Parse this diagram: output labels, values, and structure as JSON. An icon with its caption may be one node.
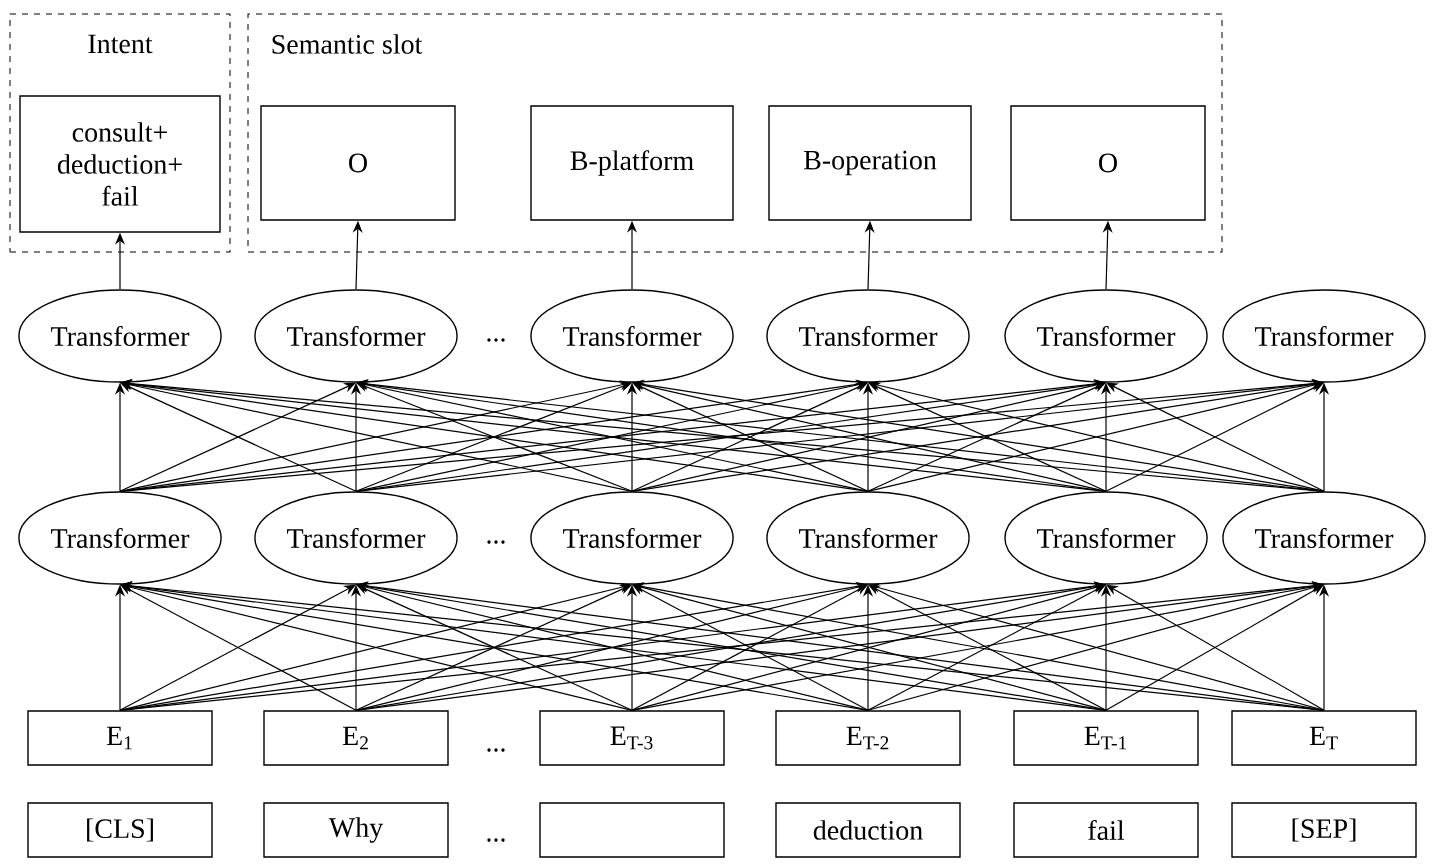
{
  "diagram": {
    "nodes": [
      {
        "text": [
          "Intent"
        ]
      },
      {
        "text": [
          "consult+ deduction+ fail"
        ],
        "in": 0
      },
      {
        "text": [
          "Semantic slot"
        ]
      },
      {
        "text": [
          "O"
        ],
        "in": 2
      },
      {
        "text": [
          "B-platform"
        ],
        "in": 2
      },
      {
        "text": [
          "B-operation"
        ],
        "in": 2
      },
      {
        "text": [
          "O"
        ],
        "in": 2
      },
      {
        "text": [
          "Transformer"
        ]
      },
      {
        "text": [
          "Transformer"
        ]
      },
      {
        "text": [
          "Transformer"
        ]
      },
      {
        "text": [
          "Transformer"
        ]
      },
      {
        "text": [
          "Transformer"
        ]
      },
      {
        "text": [
          "Transformer"
        ]
      },
      {
        "text": [
          "Transformer"
        ]
      },
      {
        "text": [
          "Transformer"
        ]
      },
      {
        "text": [
          "Transformer"
        ]
      },
      {
        "text": [
          "Transformer"
        ]
      },
      {
        "text": [
          "Transformer"
        ]
      },
      {
        "text": [
          "Transformer"
        ]
      },
      {
        "text": [
          "E$_{1}$"
        ]
      },
      {
        "text": [
          "E$_{2}$"
        ]
      },
      {
        "text": [
          "E$_{T-3}$"
        ]
      },
      {
        "text": [
          "E$_{T-2}$"
        ]
      },
      {
        "text": [
          "E$_{T-1}$"
        ]
      },
      {
        "text": [
          "E$_{T}$"
        ]
      },
      {
        "text": [
          "[CLS]"
        ]
      },
      {
        "text": [
          "Why"
        ]
      },
      {
        "text": [],
        "shape": "box"
      },
      {
        "text": [
          "deduction"
        ]
      },
      {
        "text": [
          "fail"
        ]
      },
      {
        "text": [
          "[SEP]"
        ]
      }
    ],
    "edges": [
      {
        "from": 7,
        "to": 1,
        "arrow": "to"
      },
      {
        "from": 8,
        "to": 3,
        "arrow": "to"
      },
      {
        "from": 9,
        "to": 4,
        "arrow": "to"
      },
      {
        "from": 10,
        "to": 5,
        "arrow": "to"
      },
      {
        "from": 11,
        "to": 6,
        "arrow": "to"
      },
      {
        "from": 13,
        "to": 7,
        "arrow": "to"
      },
      {
        "from": 13,
        "to": 8,
        "arrow": "to"
      },
      {
        "from": 13,
        "to": 9,
        "arrow": "to"
      },
      {
        "from": 13,
        "to": 10,
        "arrow": "to"
      },
      {
        "from": 13,
        "to": 11,
        "arrow": "to"
      },
      {
        "from": 13,
        "to": 12,
        "arrow": "to"
      },
      {
        "from": 14,
        "to": 7,
        "arrow": "to"
      },
      {
        "from": 14,
        "to": 8,
        "arrow": "to"
      },
      {
        "from": 14,
        "to": 9,
        "arrow": "to"
      },
      {
        "from": 14,
        "to": 10,
        "arrow": "to"
      },
      {
        "from": 14,
        "to": 11,
        "arrow": "to"
      },
      {
        "from": 14,
        "to": 12,
        "arrow": "to"
      },
      {
        "from": 15,
        "to": 7,
        "arrow": "to"
      },
      {
        "from": 15,
        "to": 8,
        "arrow": "to"
      },
      {
        "from": 15,
        "to": 9,
        "arrow": "to"
      },
      {
        "from": 15,
        "to": 10,
        "arrow": "to"
      },
      {
        "from": 15,
        "to": 11,
        "arrow": "to"
      },
      {
        "from": 15,
        "to": 12,
        "arrow": "to"
      },
      {
        "from": 16,
        "to": 7,
        "arrow": "to"
      },
      {
        "from": 16,
        "to": 8,
        "arrow": "to"
      },
      {
        "from": 16,
        "to": 9,
        "arrow": "to"
      },
      {
        "from": 16,
        "to": 10,
        "arrow": "to"
      },
      {
        "from": 16,
        "to": 11,
        "arrow": "to"
      },
      {
        "from": 16,
        "to": 12,
        "arrow": "to"
      },
      {
        "from": 17,
        "to": 7,
        "arrow": "to"
      },
      {
        "from": 17,
        "to": 8,
        "arrow": "to"
      },
      {
        "from": 17,
        "to": 9,
        "arrow": "to"
      },
      {
        "from": 17,
        "to": 10,
        "arrow": "to"
      },
      {
        "from": 17,
        "to": 11,
        "arrow": "to"
      },
      {
        "from": 17,
        "to": 12,
        "arrow": "to"
      },
      {
        "from": 18,
        "to": 7,
        "arrow": "to"
      },
      {
        "from": 18,
        "to": 8,
        "arrow": "to"
      },
      {
        "from": 18,
        "to": 9,
        "arrow": "to"
      },
      {
        "from": 18,
        "to": 10,
        "arrow": "to"
      },
      {
        "from": 18,
        "to": 11,
        "arrow": "to"
      },
      {
        "from": 18,
        "to": 12,
        "arrow": "to"
      },
      {
        "from": 19,
        "to": 13,
        "arrow": "to"
      },
      {
        "from": 19,
        "to": 14,
        "arrow": "to"
      },
      {
        "from": 19,
        "to": 15,
        "arrow": "to"
      },
      {
        "from": 19,
        "to": 16,
        "arrow": "to"
      },
      {
        "from": 19,
        "to": 17,
        "arrow": "to"
      },
      {
        "from": 19,
        "to": 18,
        "arrow": "to"
      },
      {
        "from": 20,
        "to": 13,
        "arrow": "to"
      },
      {
        "from": 20,
        "to": 14,
        "arrow": "to"
      },
      {
        "from": 20,
        "to": 15,
        "arrow": "to"
      },
      {
        "from": 20,
        "to": 16,
        "arrow": "to"
      },
      {
        "from": 20,
        "to": 17,
        "arrow": "to"
      },
      {
        "from": 20,
        "to": 18,
        "arrow": "to"
      },
      {
        "from": 21,
        "to": 13,
        "arrow": "to"
      },
      {
        "from": 21,
        "to": 14,
        "arrow": "to"
      },
      {
        "from": 21,
        "to": 15,
        "arrow": "to"
      },
      {
        "from": 21,
        "to": 16,
        "arrow": "to"
      },
      {
        "from": 21,
        "to": 17,
        "arrow": "to"
      },
      {
        "from": 21,
        "to": 18,
        "arrow": "to"
      },
      {
        "from": 22,
        "to": 13,
        "arrow": "to"
      },
      {
        "from": 22,
        "to": 14,
        "arrow": "to"
      },
      {
        "from": 22,
        "to": 15,
        "arrow": "to"
      },
      {
        "from": 22,
        "to": 16,
        "arrow": "to"
      },
      {
        "from": 22,
        "to": 17,
        "arrow": "to"
      },
      {
        "from": 22,
        "to": 18,
        "arrow": "to"
      },
      {
        "from": 23,
        "to": 13,
        "arrow": "to"
      },
      {
        "from": 23,
        "to": 14,
        "arrow": "to"
      },
      {
        "from": 23,
        "to": 15,
        "arrow": "to"
      },
      {
        "from": 23,
        "to": 16,
        "arrow": "to"
      },
      {
        "from": 23,
        "to": 17,
        "arrow": "to"
      },
      {
        "from": 23,
        "to": 18,
        "arrow": "to"
      },
      {
        "from": 24,
        "to": 13,
        "arrow": "to"
      },
      {
        "from": 24,
        "to": 14,
        "arrow": "to"
      },
      {
        "from": 24,
        "to": 15,
        "arrow": "to"
      },
      {
        "from": 24,
        "to": 16,
        "arrow": "to"
      },
      {
        "from": 24,
        "to": 17,
        "arrow": "to"
      },
      {
        "from": 24,
        "to": 18,
        "arrow": "to"
      }
    ],
    "labels": [
      "...",
      "...",
      "...",
      "..."
    ]
  }
}
